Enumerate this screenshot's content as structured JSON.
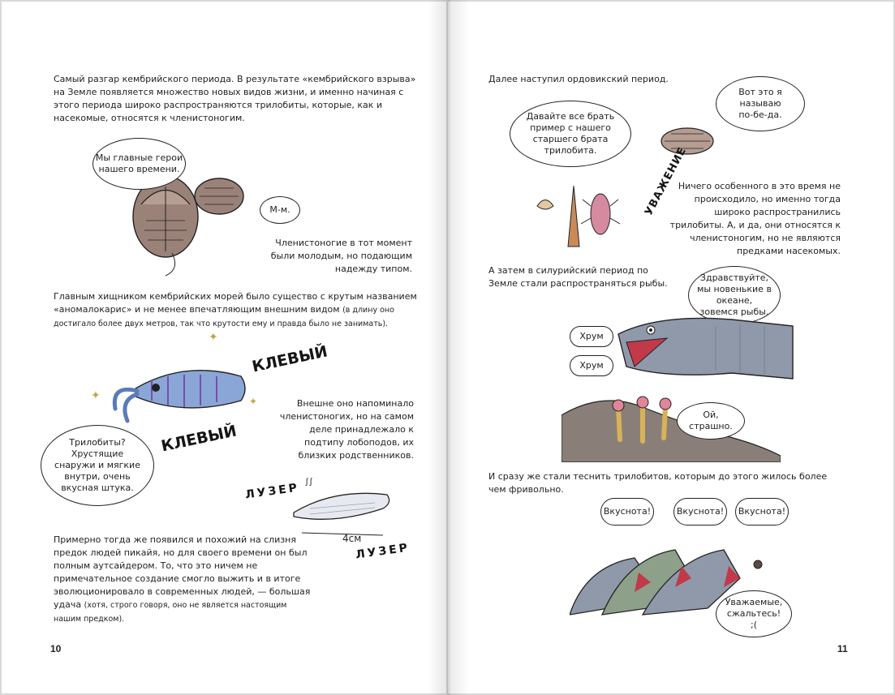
{
  "left_page": {
    "para1": "Самый разгар кембрийского периода. В результате «кембрийского взрыва» на Земле появляется множество новых видов жизни, и именно начиная с этого периода широко распространяются трилобиты, которые, как и насекомые, относятся к членистоногим.",
    "bubble_trilobite": "Мы главные герои нашего времени.",
    "bubble_mm": "М-м.",
    "caption_arthropods": "Членистоногие в тот момент были молодым, но подающим надежду типом.",
    "para2": "Главным хищником кембрийских морей было существо с крутым названием «аномалокарис» и не менее впечатляющим внешним видом",
    "para2_note": "(в длину оно достигало более двух метров, так что крутости ему и правда было не занимать).",
    "stamp_cool_1": "КЛЕВЫЙ",
    "stamp_cool_2": "КЛЕВЫЙ",
    "caption_lobopods": "Внешне оно напоминало членистоногих, но на самом деле принадлежало к подтипу лобоподов, их близких родственников.",
    "bubble_anomalocaris": "Трилобиты? Хрустящие снаружи и мягкие внутри, очень вкусная штука.",
    "stamp_loser_1": "ЛУЗЕР",
    "stamp_loser_2": "ЛУЗЕР",
    "scale_label": "4см",
    "para3": "Примерно тогда же появился и похожий на слизня предок людей пикайя, но для своего времени он был полным аутсайдером. То, что это ничем не примечательное создание смогло выжить и в итоге эволюционировало в современных людей, — большая удача",
    "para3_note": "(хотя, строго говоря, оно не является настоящим нашим предком).",
    "page_number": "10"
  },
  "right_page": {
    "para1": "Далее наступил ордовикский период.",
    "bubble_brother": "Давайте все брать пример с нашего старшего брата трилобита.",
    "bubble_victory": "Вот это я называю по-бе-да.",
    "stamp_respect": "УВАЖЕНИЕ",
    "caption_ordovician": "Ничего особенного в это время не происходило, но именно тогда широко распространились трилобиты. А, и да, они относятся к членистоногим, но не являются предками насекомых.",
    "para2": "А затем в силурийский период по Земле стали распространяться рыбы.",
    "bubble_fish": "Здравствуйте, мы новенькие в океане, зовемся рыбы.",
    "crunch_1": "Хрум",
    "crunch_2": "Хрум",
    "bubble_scared": "Ой, страшно.",
    "para3": "И сразу же стали теснить трилобитов, которым до этого жилось более чем фривольно.",
    "bubble_tasty_1": "Вкуснота!",
    "bubble_tasty_2": "Вкуснота!",
    "bubble_tasty_3": "Вкуснота!",
    "bubble_mercy": "Уважаемые, сжальтесь! ;(",
    "page_number": "11"
  }
}
